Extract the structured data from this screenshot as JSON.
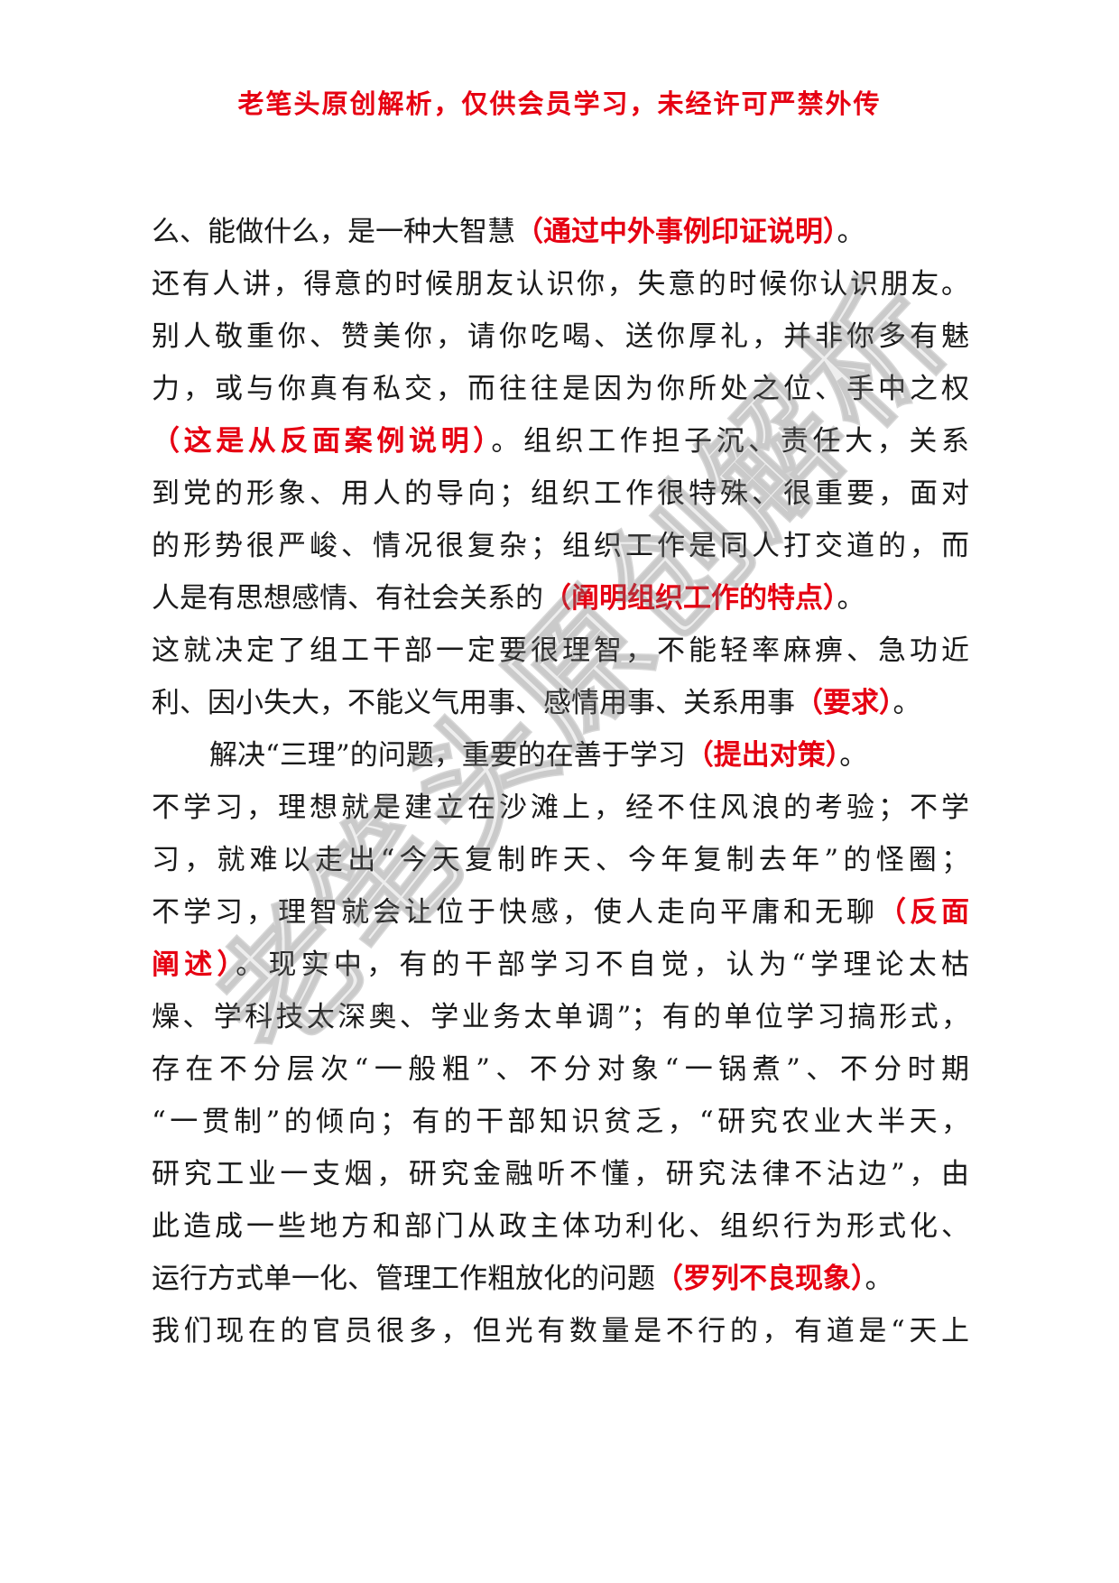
{
  "header": {
    "text": "老笔头原创解析，仅供会员学习，未经许可严禁外传"
  },
  "watermark": {
    "text": "老笔头原创解析"
  },
  "lines": [
    [
      {
        "t": "么、能做什么，是一种大智慧"
      },
      {
        "t": "（通过中外事例印证说明）",
        "note": true
      },
      {
        "t": "。"
      }
    ],
    [
      {
        "t": "还有人讲，得意的时候朋友认识你，失意的时候你认识朋友。"
      }
    ],
    [
      {
        "t": "别人敬重你、赞美你，请你吃喝、送你厚礼，并非你多有魅"
      }
    ],
    [
      {
        "t": "力，或与你真有私交，而往往是因为你所处之位、手中之权"
      }
    ],
    [
      {
        "t": "（这是从反面案例说明）",
        "note": true
      },
      {
        "t": "。组织工作担子沉、责任大，关系"
      }
    ],
    [
      {
        "t": "到党的形象、用人的导向；组织工作很特殊、很重要，面对"
      }
    ],
    [
      {
        "t": "的形势很严峻、情况很复杂；组织工作是同人打交道的，而"
      }
    ],
    [
      {
        "t": "人是有思想感情、有社会关系的"
      },
      {
        "t": "（阐明组织工作的特点）",
        "note": true
      },
      {
        "t": "。"
      }
    ],
    [
      {
        "t": "这就决定了组工干部一定要很理智，不能轻率麻痹、急功近"
      }
    ],
    [
      {
        "t": "利、因小失大，不能义气用事、感情用事、关系用事"
      },
      {
        "t": "（要求）",
        "note": true
      },
      {
        "t": "。"
      }
    ],
    [
      {
        "t": "解决“三理”的问题，重要的在善于学习"
      },
      {
        "t": "（提出对策）",
        "note": true
      },
      {
        "t": "。"
      }
    ],
    [
      {
        "t": "不学习，理想就是建立在沙滩上，经不住风浪的考验；不学"
      }
    ],
    [
      {
        "t": "习，就难以走出“今天复制昨天、今年复制去年”的怪圈；"
      }
    ],
    [
      {
        "t": "不学习，理智就会让位于快感，使人走向平庸和无聊"
      },
      {
        "t": "（反面",
        "note": true
      }
    ],
    [
      {
        "t": "阐述）",
        "note": true
      },
      {
        "t": "。现实中，有的干部学习不自觉，认为“学理论太枯"
      }
    ],
    [
      {
        "t": "燥、学科技太深奥、学业务太单调”；有的单位学习搞形式，"
      }
    ],
    [
      {
        "t": "存在不分层次“一般粗”、不分对象“一锅煮”、不分时期"
      }
    ],
    [
      {
        "t": "“一贯制”的倾向；有的干部知识贫乏，“研究农业大半天，"
      }
    ],
    [
      {
        "t": "研究工业一支烟，研究金融听不懂，研究法律不沾边”，由"
      }
    ],
    [
      {
        "t": "此造成一些地方和部门从政主体功利化、组织行为形式化、"
      }
    ],
    [
      {
        "t": "运行方式单一化、管理工作粗放化的问题"
      },
      {
        "t": "（罗列不良现象）",
        "note": true
      },
      {
        "t": "。"
      }
    ],
    [
      {
        "t": "我们现在的官员很多，但光有数量是不行的，有道是“天上"
      }
    ]
  ]
}
